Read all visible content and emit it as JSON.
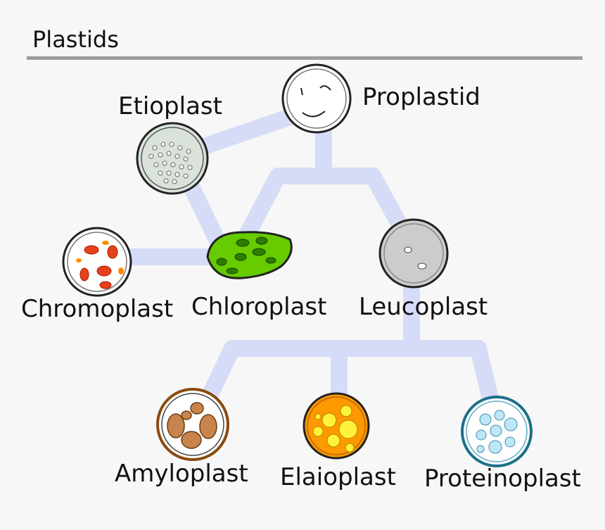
{
  "title": "Plastids",
  "colors": {
    "background": "#f7f7f7",
    "rule": "#9e9e9e",
    "connector": "#d6dcf7",
    "outline": "#222222"
  },
  "nodes": {
    "proplastid": {
      "label": "Proplastid",
      "fill": "#ffffff",
      "icon": "proplastid-icon"
    },
    "etioplast": {
      "label": "Etioplast",
      "fill": "#d9e3d9",
      "icon": "etioplast-icon"
    },
    "chromoplast": {
      "label": "Chromoplast",
      "fill": "#ffffff",
      "icon": "chromoplast-icon"
    },
    "chloroplast": {
      "label": "Chloroplast",
      "fill": "#66cc00",
      "icon": "chloroplast-icon"
    },
    "leucoplast": {
      "label": "Leucoplast",
      "fill": "#cccccc",
      "icon": "leucoplast-icon"
    },
    "amyloplast": {
      "label": "Amyloplast",
      "fill": "#ffffff",
      "icon": "amyloplast-icon"
    },
    "elaioplast": {
      "label": "Elaioplast",
      "fill": "#ff9900",
      "icon": "elaioplast-icon"
    },
    "proteinoplast": {
      "label": "Proteinoplast",
      "fill": "#ffffff",
      "icon": "proteinoplast-icon"
    }
  }
}
